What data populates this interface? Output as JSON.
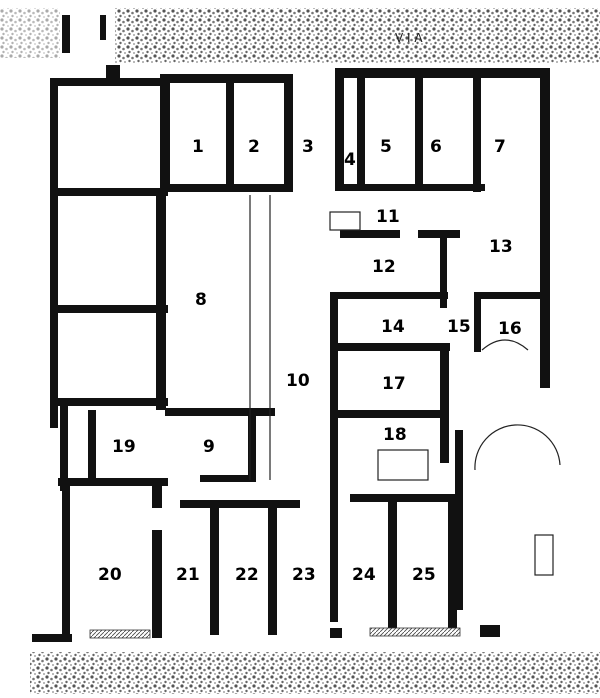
{
  "street_label": "V I A",
  "rooms": [
    {
      "id": "1",
      "label": "1"
    },
    {
      "id": "2",
      "label": "2"
    },
    {
      "id": "3",
      "label": "3"
    },
    {
      "id": "4",
      "label": "4"
    },
    {
      "id": "5",
      "label": "5"
    },
    {
      "id": "6",
      "label": "6"
    },
    {
      "id": "7",
      "label": "7"
    },
    {
      "id": "8",
      "label": "8"
    },
    {
      "id": "9",
      "label": "9"
    },
    {
      "id": "10",
      "label": "10"
    },
    {
      "id": "11",
      "label": "11"
    },
    {
      "id": "12",
      "label": "12"
    },
    {
      "id": "13",
      "label": "13"
    },
    {
      "id": "14",
      "label": "14"
    },
    {
      "id": "15",
      "label": "15"
    },
    {
      "id": "16",
      "label": "16"
    },
    {
      "id": "17",
      "label": "17"
    },
    {
      "id": "18",
      "label": "18"
    },
    {
      "id": "19",
      "label": "19"
    },
    {
      "id": "20",
      "label": "20"
    },
    {
      "id": "21",
      "label": "21"
    },
    {
      "id": "22",
      "label": "22"
    },
    {
      "id": "23",
      "label": "23"
    },
    {
      "id": "24",
      "label": "24"
    },
    {
      "id": "25",
      "label": "25"
    }
  ]
}
